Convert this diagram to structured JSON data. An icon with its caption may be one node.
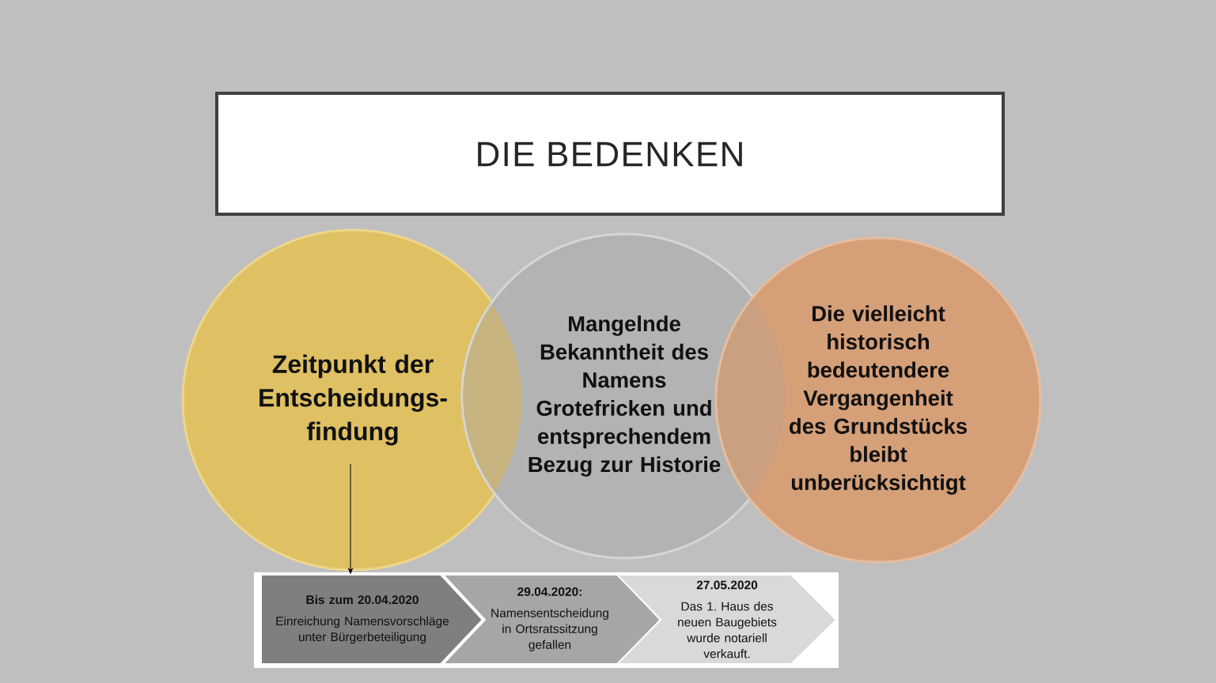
{
  "diagram": {
    "title": "DIE BEDENKEN",
    "nodes": [
      {
        "text": [
          "Zeitpunkt der Entscheidungs- findung"
        ]
      },
      {
        "text": [
          "Mangelnde Bekanntheit des Namens Grotefricken und entsprechendem Bezug zur Historie"
        ]
      },
      {
        "text": [
          "Die vielleicht historisch bedeutendere Vergangenheit des Grundstücks bleibt unberücksichtigt"
        ]
      },
      {
        "text": [
          "Bis zum 20.04.2020",
          "Einreichung Namensvorschläge unter Bürgerbeteiligung"
        ]
      },
      {
        "text": [
          "29.04.2020:",
          "Namensentscheidung in Ortsratssitzung gefallen"
        ]
      },
      {
        "text": [
          "27.05.2020",
          "Das 1. Haus des neuen Baugebiets wurde notariell verkauft."
        ]
      }
    ],
    "edges": [
      {
        "from": 0,
        "to": 3,
        "arrow": "to"
      }
    ]
  }
}
